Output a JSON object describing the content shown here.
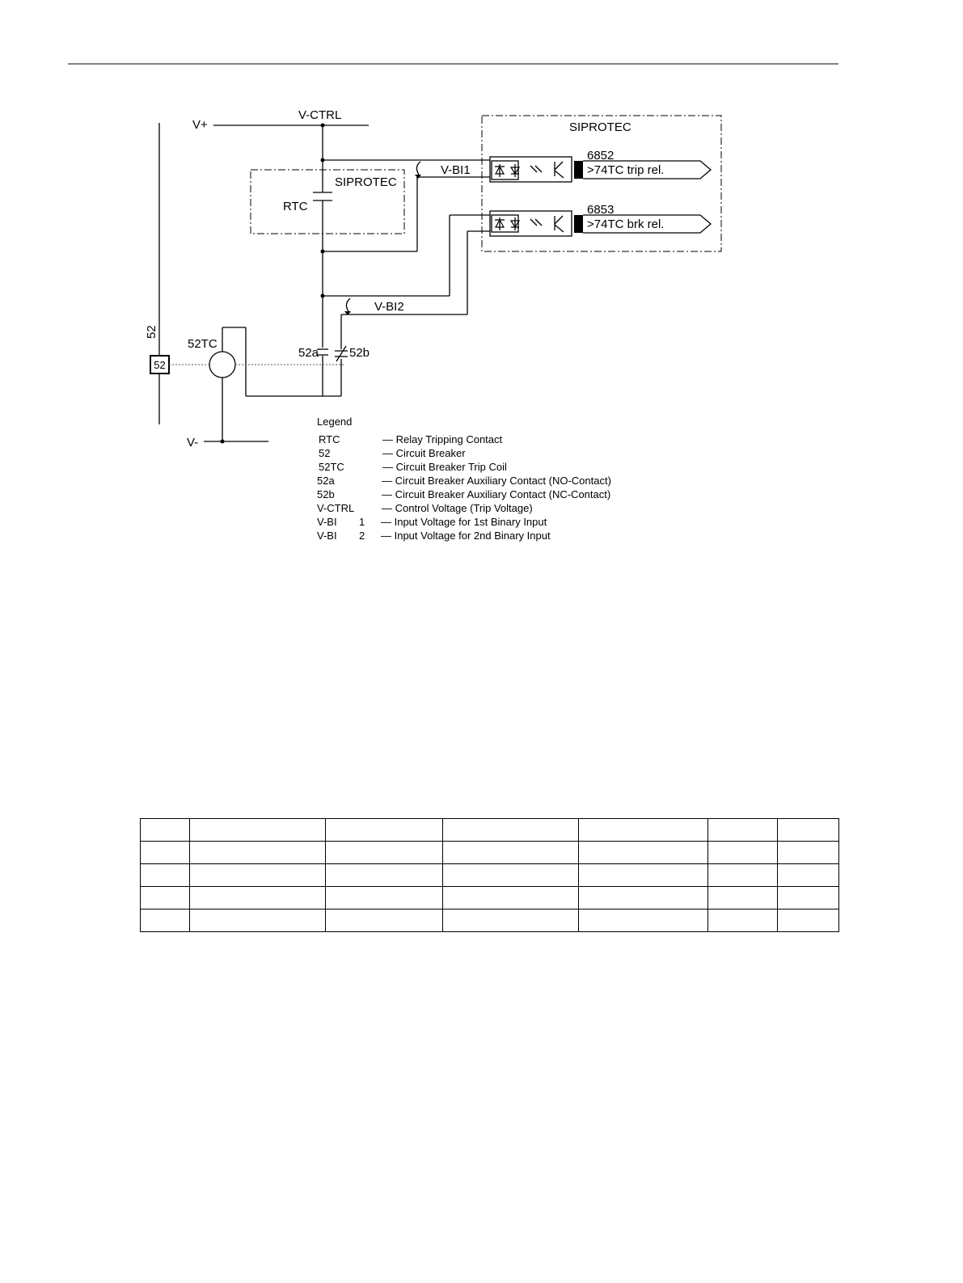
{
  "diagram": {
    "labels": {
      "v_plus": "V+",
      "v_minus": "V-",
      "v_ctrl": "V-CTRL",
      "siprotec_outer": "SIPROTEC",
      "siprotec_inner": "SIPROTEC",
      "rtc": "RTC",
      "v_bi1": "V-BI1",
      "v_bi2": "V-BI2",
      "num_6852": "6852",
      "num_6853": "6853",
      "trip_rel": ">74TC trip rel.",
      "brk_rel": ">74TC brk rel.",
      "bus_52": "52",
      "breaker_52": "52",
      "trip_coil_52tc": "52TC",
      "aux_52a": "52a",
      "aux_52b": "52b"
    },
    "legend": {
      "title": "Legend",
      "items": [
        {
          "code": "RTC",
          "desc": "— Relay Tripping Contact"
        },
        {
          "code": "52",
          "desc": "— Circuit Breaker"
        },
        {
          "code": "52TC",
          "desc": "— Circuit Breaker Trip Coil"
        },
        {
          "code": "52a",
          "desc": "— Circuit Breaker Auxiliary Contact (NO-Contact)"
        },
        {
          "code": "52b",
          "desc": "— Circuit Breaker Auxiliary Contact (NC-Contact)"
        },
        {
          "code": "V-CTRL",
          "desc": "— Control Voltage (Trip Voltage)"
        },
        {
          "code": "V-BI",
          "idx": "1",
          "desc": "— Input Voltage for 1st Binary Input"
        },
        {
          "code": "V-BI",
          "idx": "2",
          "desc": "— Input Voltage for 2nd Binary Input"
        }
      ]
    }
  },
  "table": {
    "rows": [
      [
        "",
        "",
        "",
        "",
        "",
        "",
        ""
      ],
      [
        "",
        "",
        "",
        "",
        "",
        "",
        ""
      ],
      [
        "",
        "",
        "",
        "",
        "",
        "",
        ""
      ],
      [
        "",
        "",
        "",
        "",
        "",
        "",
        ""
      ],
      [
        "",
        "",
        "",
        "",
        "",
        "",
        ""
      ]
    ]
  }
}
